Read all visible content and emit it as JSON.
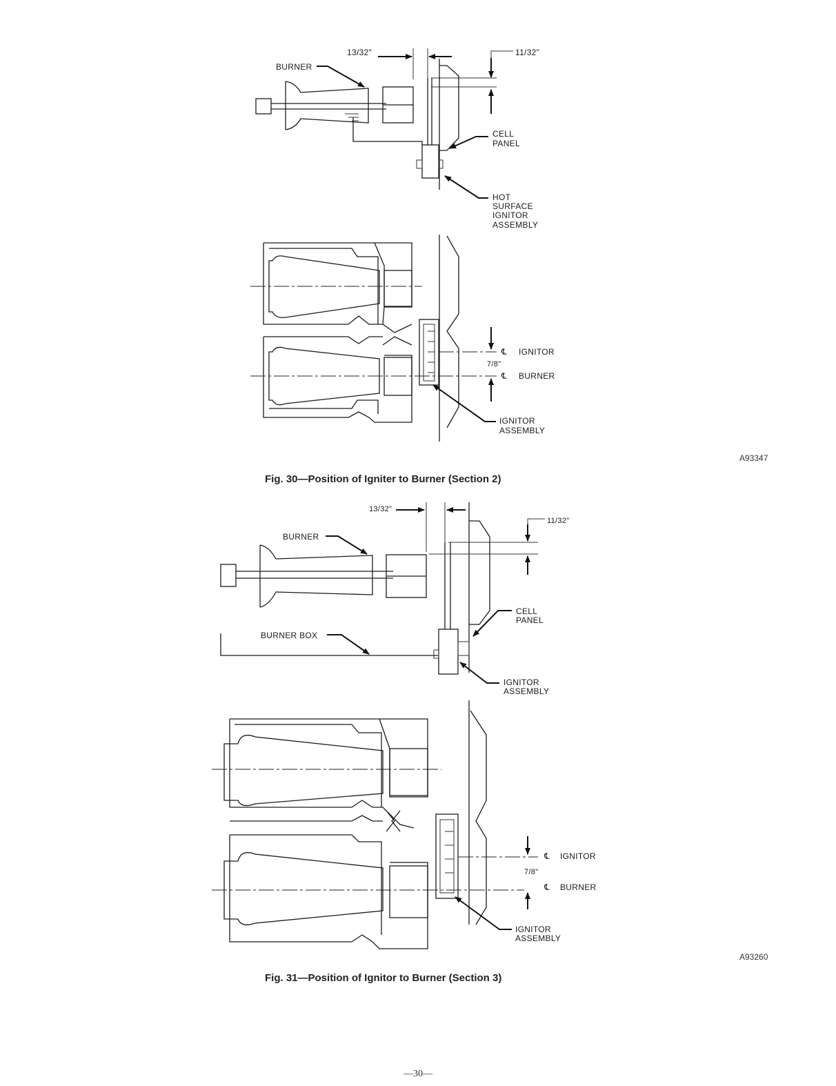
{
  "figure30": {
    "dim_top_left": "13/32\"",
    "dim_top_right": "11/32\"",
    "label_burner": "BURNER",
    "label_cell_panel": [
      "CELL",
      "PANEL"
    ],
    "label_hot_surface": [
      "HOT",
      "SURFACE",
      "IGNITOR",
      "ASSEMBLY"
    ],
    "label_cl_ignitor": "IGNITOR",
    "label_cl_burner": "BURNER",
    "dim_center": "7/8\"",
    "label_ignitor_assembly": [
      "IGNITOR",
      "ASSEMBLY"
    ],
    "centerline_symbol": "℄",
    "code": "A93347",
    "caption": "Fig. 30—Position of Igniter to Burner (Section 2)"
  },
  "figure31": {
    "dim_top_left": "13/32\"",
    "dim_top_right": "11/32\"",
    "label_burner": "BURNER",
    "label_burner_box": "BURNER BOX",
    "label_cell_panel": [
      "CELL",
      "PANEL"
    ],
    "label_ignitor_assembly_top": [
      "IGNITOR",
      "ASSEMBLY"
    ],
    "label_cl_ignitor": "IGNITOR",
    "label_cl_burner": "BURNER",
    "dim_center": "7/8\"",
    "label_ignitor_assembly": [
      "IGNITOR",
      "ASSEMBLY"
    ],
    "centerline_symbol": "℄",
    "code": "A93260",
    "caption": "Fig. 31—Position of Ignitor to Burner (Section 3)"
  },
  "page_number": "—30—"
}
